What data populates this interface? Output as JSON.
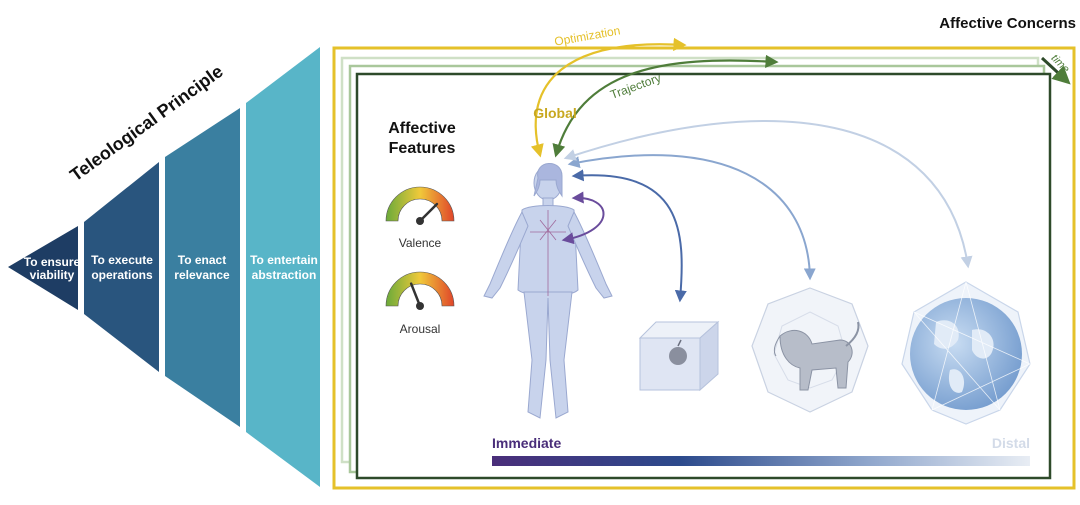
{
  "teleological": {
    "title": "Teleological Principle",
    "segments": [
      {
        "line1": "To ensure",
        "line2": "viability",
        "color": "#1e3d64"
      },
      {
        "line1": "To execute",
        "line2": "operations",
        "color": "#29557e"
      },
      {
        "line1": "To enact",
        "line2": "relevance",
        "color": "#3a7fa0"
      },
      {
        "line1": "To entertain",
        "line2": "abstraction",
        "color": "#58b5c8"
      }
    ]
  },
  "affective_concerns": {
    "title": "Affective Concerns",
    "time_label": "time",
    "global_label": "Global",
    "optimization_label": "Optimization",
    "trajectory_label": "Trajectory",
    "colors": {
      "optimization": "#e5c12a",
      "trajectory": "#4f7d3a",
      "frame_outer": "#2e4a2a",
      "frame_light": "#b9d2ad"
    }
  },
  "affective_features": {
    "title_line1": "Affective",
    "title_line2": "Features",
    "gauges": [
      {
        "label": "Valence",
        "level": 0.75
      },
      {
        "label": "Arousal",
        "level": 0.38
      }
    ]
  },
  "scale": {
    "left_label": "Immediate",
    "right_label": "Distal",
    "colors": {
      "left": "#4a2e7a",
      "right": "#e8edf4"
    }
  },
  "icons": [
    "human-body-icon",
    "apple-cube-icon",
    "dog-dodecahedron-icon",
    "earth-icosahedron-icon"
  ]
}
